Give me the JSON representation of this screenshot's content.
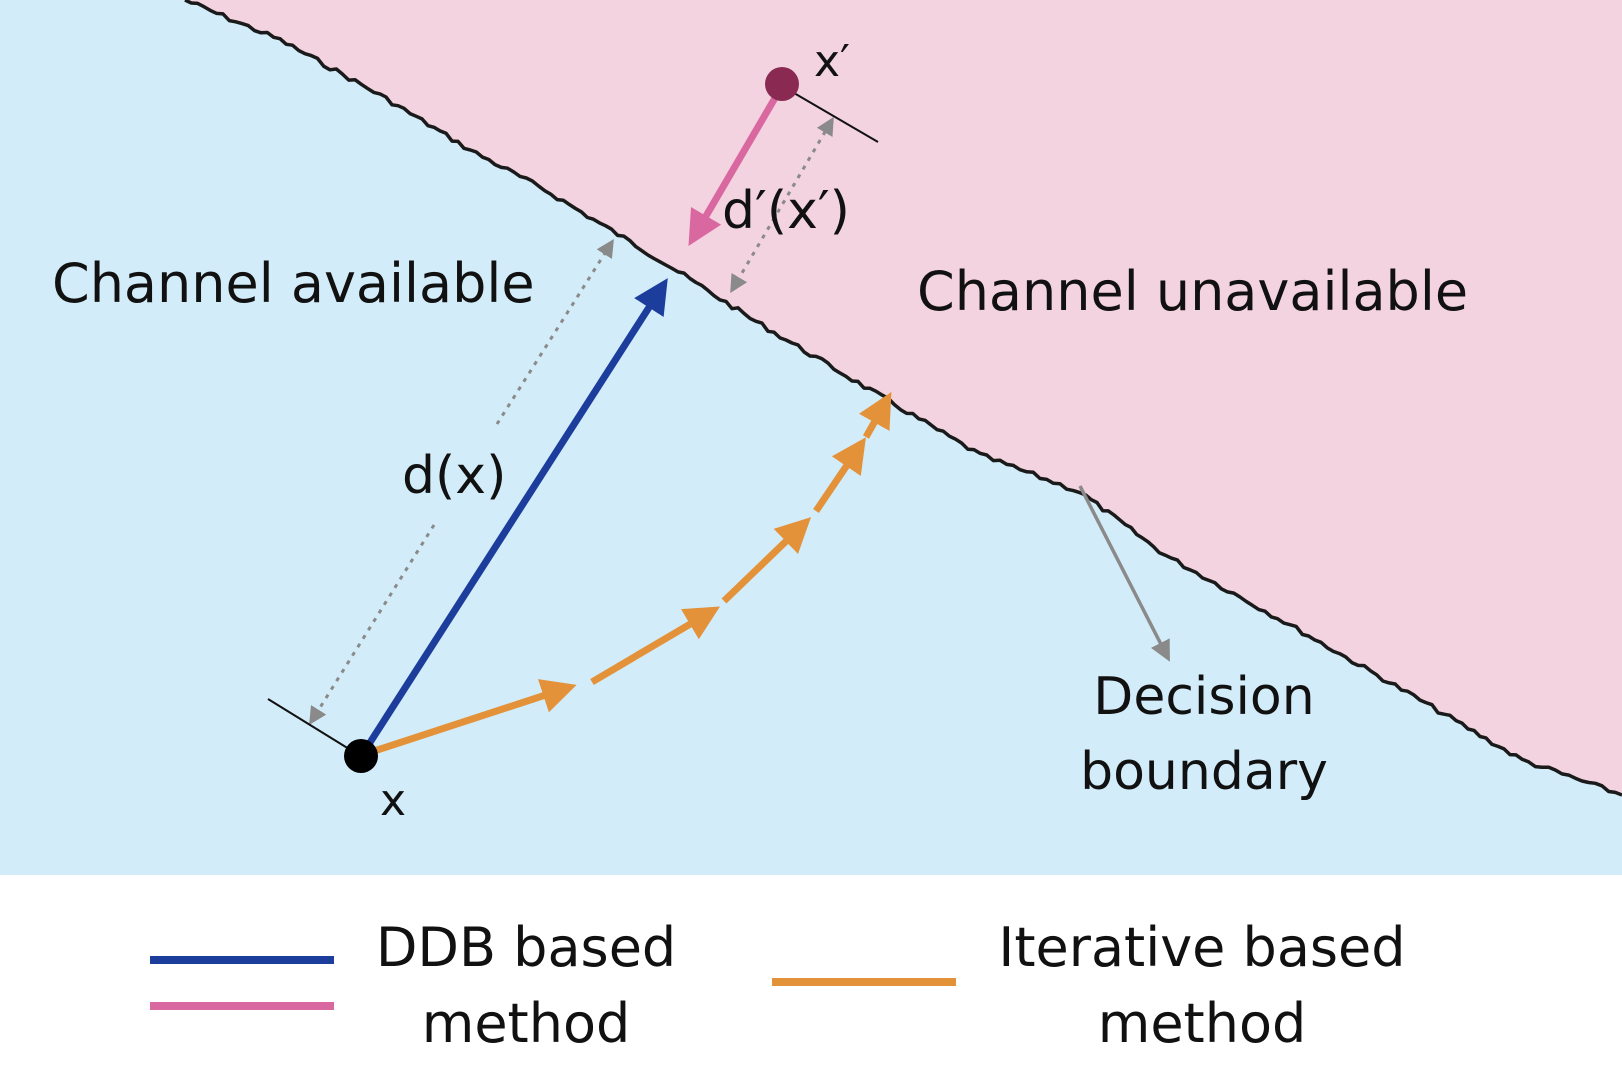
{
  "regions": {
    "available": {
      "label": "Channel available",
      "color": "#d2ecf9"
    },
    "unavailable": {
      "label": "Channel unavailable",
      "color": "#f3d3df"
    }
  },
  "points": {
    "x": {
      "label": "x",
      "color": "#000000"
    },
    "x_prime": {
      "label": "x′",
      "color": "#8a2a52"
    }
  },
  "distances": {
    "d": "d(x)",
    "d_prime": "d′(x′)"
  },
  "boundary": {
    "label_line1": "Decision",
    "label_line2": "boundary"
  },
  "arrows": {
    "ddb_blue_color": "#1c3d9c",
    "ddb_pink_color": "#d968a1",
    "iterative_color": "#e4923a",
    "distance_color": "#8a8a8a"
  },
  "legend": {
    "ddb": {
      "line1": "DDB based",
      "line2": "method"
    },
    "iterative": {
      "line1": "Iterative based",
      "line2": "method"
    }
  }
}
